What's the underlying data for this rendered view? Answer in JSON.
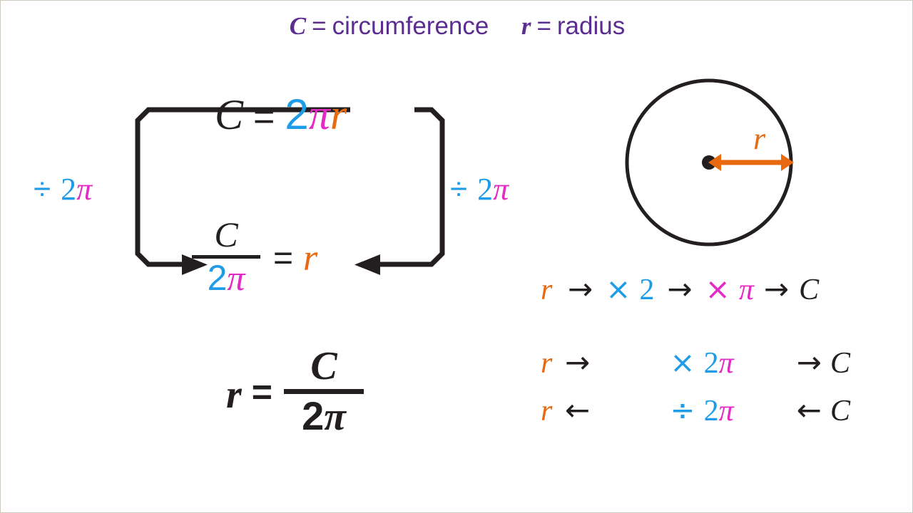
{
  "legend": {
    "circumference": {
      "symbol": "C",
      "equals": "=",
      "word": "circumference"
    },
    "radius": {
      "symbol": "r",
      "equals": "=",
      "word": "radius"
    }
  },
  "equations": {
    "top": {
      "lhs": "C",
      "equals": "=",
      "coefficient": "2",
      "pi": "π",
      "variable": "r"
    },
    "middle": {
      "numerator": "C",
      "denominator_coefficient": "2",
      "denominator_pi": "π",
      "equals": "=",
      "rhs": "r"
    },
    "final": {
      "lhs": "r",
      "equals": "=",
      "numerator": "C",
      "denominator_coefficient": "2",
      "denominator_pi": "π"
    }
  },
  "operations": {
    "left_divide": {
      "sign": "÷",
      "coefficient": "2",
      "pi": "π"
    },
    "right_divide": {
      "sign": "÷",
      "coefficient": "2",
      "pi": "π"
    }
  },
  "flows": [
    {
      "id": "expanded-forward",
      "start": "r",
      "arrow1": "→",
      "step1_op": "×",
      "step1_value": "2",
      "arrow2": "→",
      "step2_op": "×",
      "step2_value": "π",
      "arrow3": "→",
      "end": "C"
    },
    {
      "id": "combined-forward",
      "start": "r",
      "arrow1": "→",
      "op": "×",
      "coefficient": "2",
      "pi": "π",
      "arrow2": "→",
      "end": "C"
    },
    {
      "id": "combined-inverse",
      "start": "r",
      "arrow1": "←",
      "op": "÷",
      "coefficient": "2",
      "pi": "π",
      "arrow2": "←",
      "end": "C"
    }
  ],
  "diagram": {
    "radius_label": "r"
  },
  "colors": {
    "purple": "#5b2d91",
    "blue": "#1e9ce8",
    "magenta": "#e42ac4",
    "orange": "#e8690f",
    "ink": "#231f20",
    "background": "#ffffff"
  }
}
